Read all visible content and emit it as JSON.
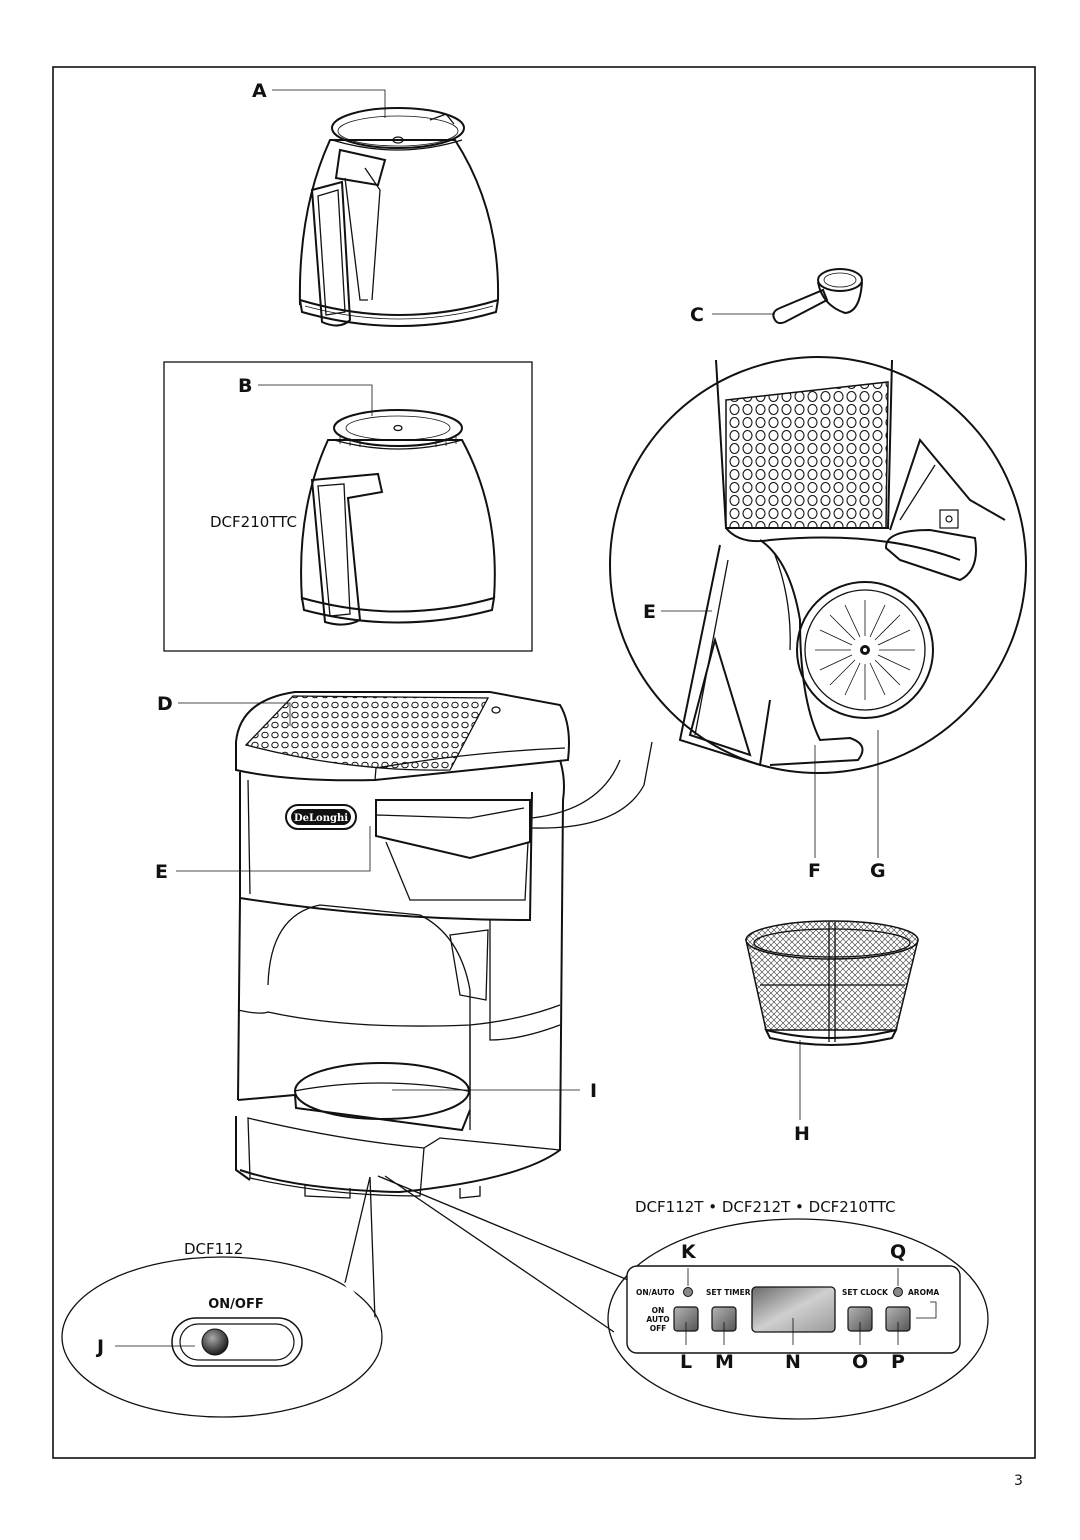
{
  "callouts": {
    "a": "A",
    "b": "B",
    "c": "C",
    "d": "D",
    "e_detail": "E",
    "e_main": "E",
    "f": "F",
    "g": "G",
    "h": "H",
    "i": "I",
    "j": "J",
    "k": "K",
    "q": "Q",
    "l": "L",
    "m": "M",
    "n": "N",
    "o": "O",
    "p": "P"
  },
  "models": {
    "carafe_b": "DCF210TTC",
    "control_panel": "DCF112T • DCF212T • DCF210TTC",
    "switch_model": "DCF112"
  },
  "brand_logo": "DeLonghi",
  "switch_panel": {
    "label": "ON/OFF"
  },
  "control_panel": {
    "on_auto": "ON/AUTO",
    "set_timer": "SET TIMER",
    "set_clock": "SET CLOCK",
    "aroma": "AROMA",
    "on_auto_off_lines": [
      "ON",
      "AUTO",
      "OFF"
    ]
  },
  "page_number": "3"
}
